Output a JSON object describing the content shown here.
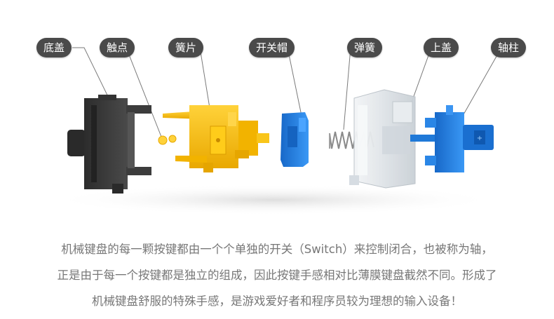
{
  "labels": {
    "bottom_cover": "底盖",
    "contacts": "触点",
    "leaf_spring": "簧片",
    "switch_cap": "开关帽",
    "spring": "弹簧",
    "top_cover": "上盖",
    "stem": "轴柱"
  },
  "caption": {
    "line1": "机械键盘的每一颗按键都由一个个单独的开关（Switch）来控制闭合，也被称为轴，",
    "line2": "正是由于每一个按键都是独立的组成，因此按键手感相对比薄膜键盘截然不同。形成了",
    "line3": "机械键盘舒服的特殊手感，是游戏爱好者和程序员较为理想的输入设备！"
  },
  "colors": {
    "label_bg": "#4a4a4a",
    "housing_dark": "#3a3a3a",
    "leaf_yellow": "#f5b800",
    "switch_blue": "#1e7fe0",
    "clear_housing": "#dde2e6",
    "text_gray": "#777777"
  }
}
